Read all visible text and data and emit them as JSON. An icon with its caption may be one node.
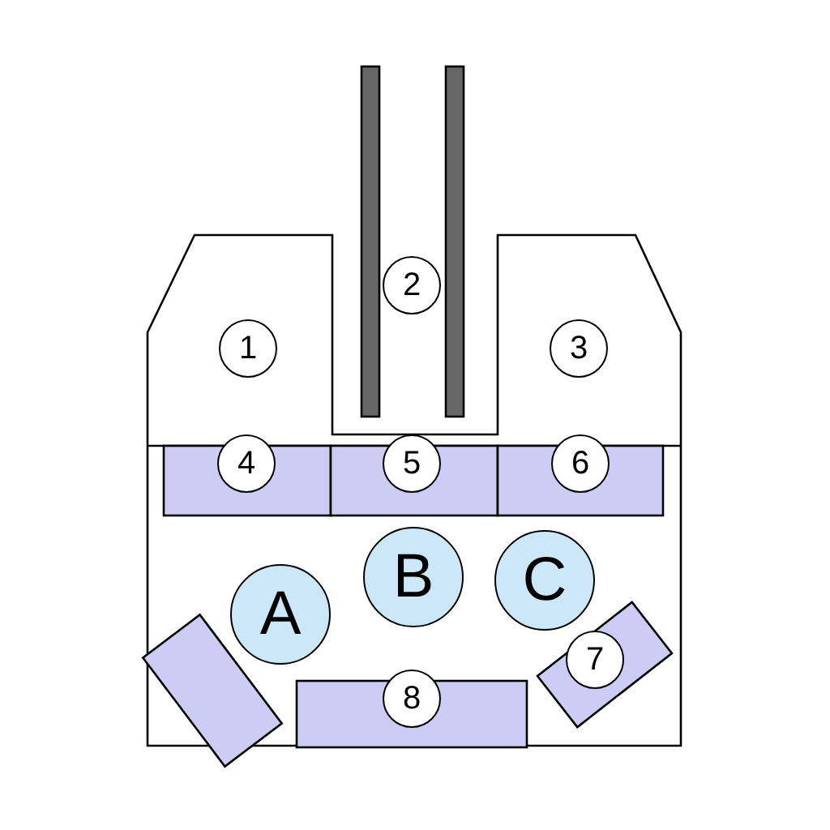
{
  "diagram": {
    "nodes": [
      {
        "text": [
          "1"
        ]
      },
      {
        "text": [
          "2"
        ]
      },
      {
        "text": [
          "3"
        ]
      },
      {
        "text": [
          "4"
        ]
      },
      {
        "text": [
          "5"
        ]
      },
      {
        "text": [
          "6"
        ]
      },
      {
        "text": [
          "A"
        ]
      },
      {
        "text": [
          "B"
        ]
      },
      {
        "text": [
          "C"
        ]
      },
      {
        "text": [
          "7"
        ]
      },
      {
        "text": [
          "8"
        ]
      }
    ],
    "edges": []
  }
}
